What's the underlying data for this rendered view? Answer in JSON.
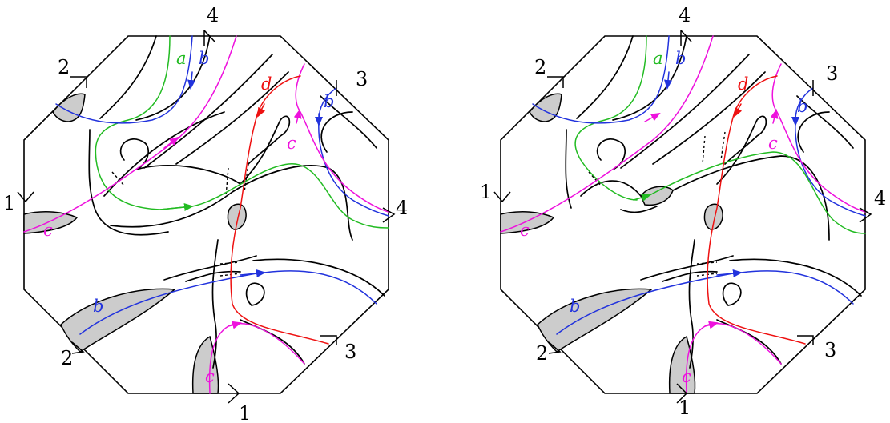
{
  "colors": {
    "a": "#22bb22",
    "b": "#2233dd",
    "c": "#ee11dd",
    "d": "#ee1111",
    "shade": "#cccccc"
  },
  "diagrams": [
    {
      "edge_labels": [
        "4",
        "2",
        "3",
        "1",
        "4",
        "2",
        "3",
        "1"
      ],
      "curve_labels": [
        "a",
        "b",
        "d",
        "b",
        "c",
        "c",
        "b",
        "c"
      ]
    },
    {
      "edge_labels": [
        "4",
        "2",
        "3",
        "1",
        "4",
        "2",
        "3",
        "1"
      ],
      "curve_labels": [
        "a",
        "b",
        "d",
        "b",
        "c",
        "c",
        "b",
        "c"
      ]
    }
  ]
}
